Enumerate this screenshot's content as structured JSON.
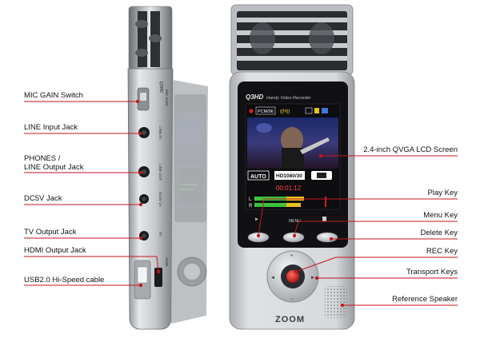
{
  "left_labels": {
    "mic_gain": "MIC GAIN Switch",
    "line_input": "LINE Input Jack",
    "phones_line_out_1": "PHONES /",
    "phones_line_out_2": "LINE Output Jack",
    "dc5v": "DC5V Jack",
    "tv_out": "TV Output Jack",
    "hdmi_out": "HDMI Output Jack",
    "usb": "USB2.0 Hi-Speed cable"
  },
  "right_labels": {
    "lcd": "2.4-inch QVGA LCD Screen",
    "play": "Play Key",
    "menu": "Menu Key",
    "delete": "Delete Key",
    "rec": "REC Key",
    "transport": "Transport Keys",
    "speaker": "Reference Speaker"
  },
  "device_side": {
    "brand": "Q3HD",
    "mic_gain_text": "MIC GAIN",
    "line_in_text": "LINE IN",
    "line_out_text": "LINE OUT",
    "dc_text": "DC5V 1A",
    "tv_text": "TV",
    "hdmi_text": "HDMI"
  },
  "device_front": {
    "model": "Q3HD",
    "subtitle": "Handy Video Recorder",
    "status_pcm": "PCM/96",
    "status_h": "((H))",
    "auto_label": "AUTO",
    "resolution": "HD1080/30",
    "timer": "00:01:12",
    "menu_label": "MENU",
    "brand_logo": "ZOOM",
    "meter_l": "L",
    "meter_r": "R"
  },
  "colors": {
    "leader": "#c4161c",
    "body_silver": "#c9ccd0",
    "screen_bg": "#101014",
    "meter_green": "#3cc23c",
    "meter_yellow": "#e8c020",
    "rec_red": "#d42020"
  }
}
